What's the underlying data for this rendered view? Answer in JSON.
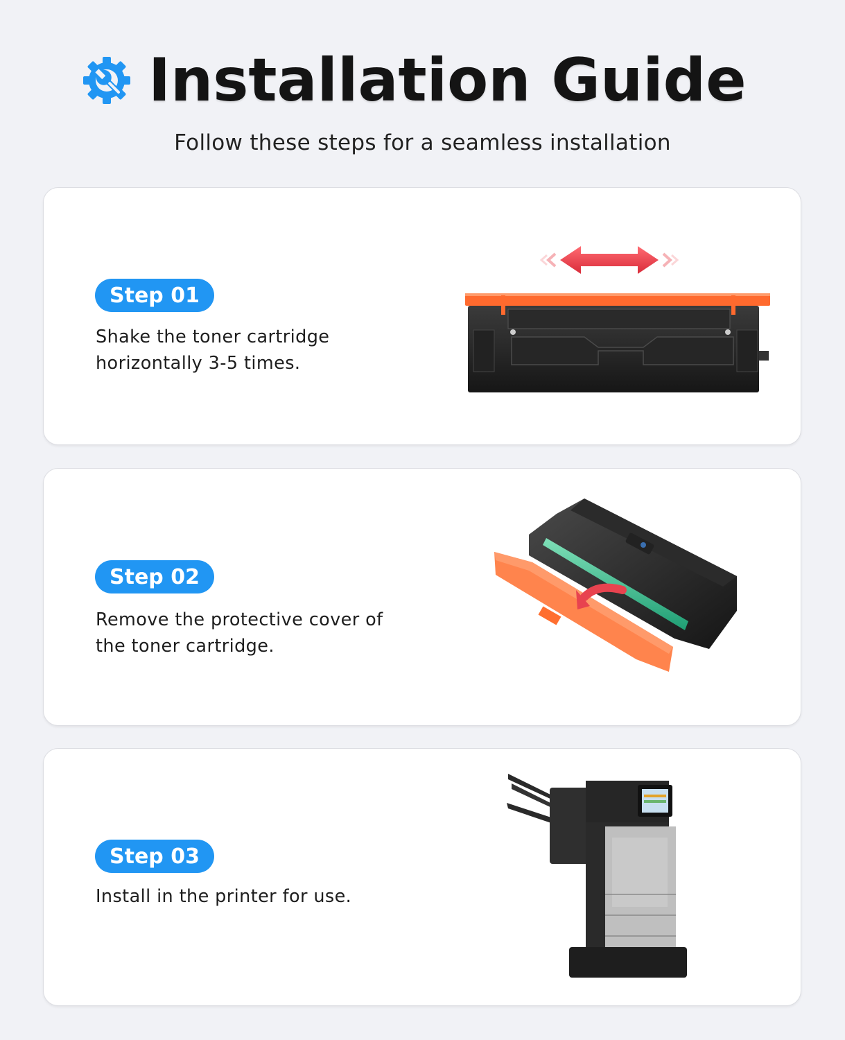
{
  "header": {
    "icon": "gear-wrench-icon",
    "title": "Installation Guide",
    "subtitle": "Follow these steps for a seamless installation"
  },
  "colors": {
    "accent": "#2196f3",
    "background": "#f1f2f6",
    "card": "#ffffff",
    "title": "#141414",
    "arrow": "#e8434f",
    "cover": "#ff7a3d",
    "drum": "#2bb58a"
  },
  "steps": [
    {
      "badge": "Step 01",
      "text": "Shake the toner cartridge horizontally 3-5 times.",
      "illustration": "toner-cartridge-with-double-arrow"
    },
    {
      "badge": "Step 02",
      "text": "Remove the protective cover of the toner cartridge.",
      "illustration": "toner-cartridge-cover-removal"
    },
    {
      "badge": "Step 03",
      "text": "Install in the printer for use.",
      "illustration": "multifunction-printer"
    }
  ]
}
